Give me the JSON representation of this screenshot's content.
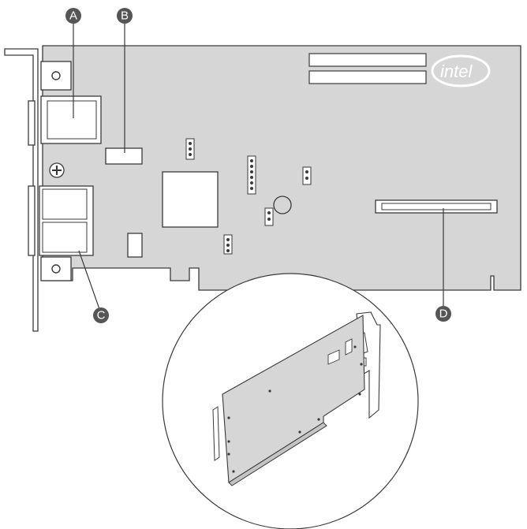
{
  "brand": {
    "logo_text": "intel"
  },
  "callouts": [
    {
      "id": "A",
      "label": "A"
    },
    {
      "id": "B",
      "label": "B"
    },
    {
      "id": "C",
      "label": "C"
    },
    {
      "id": "D",
      "label": "D"
    }
  ],
  "colors": {
    "board": "#d6d6d6",
    "outline": "#3a3a3a",
    "callout_fill": "#555555",
    "component_fill": "#ffffff",
    "logo": "#ffffff"
  }
}
